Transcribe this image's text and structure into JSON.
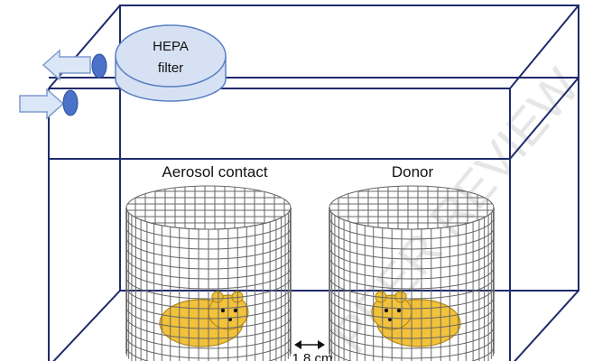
{
  "filter": {
    "line1": "HEPA",
    "line2": "filter"
  },
  "cages": [
    {
      "label": "Aerosol contact"
    },
    {
      "label": "Donor"
    }
  ],
  "distance_label": "1.8 cm",
  "watermark": "PEER REVIEW",
  "colors": {
    "frame": "#1f2a6b",
    "filter_fill": "#d6e2f4",
    "filter_stroke": "#5a7fc4",
    "valve": "#4a72c8",
    "arrow_fill": "#dbe6f6",
    "arrow_stroke": "#7e9bd0",
    "cage_grid": "#666666",
    "hamster": "#f2c23a",
    "hamster_stroke": "#b88a12"
  }
}
